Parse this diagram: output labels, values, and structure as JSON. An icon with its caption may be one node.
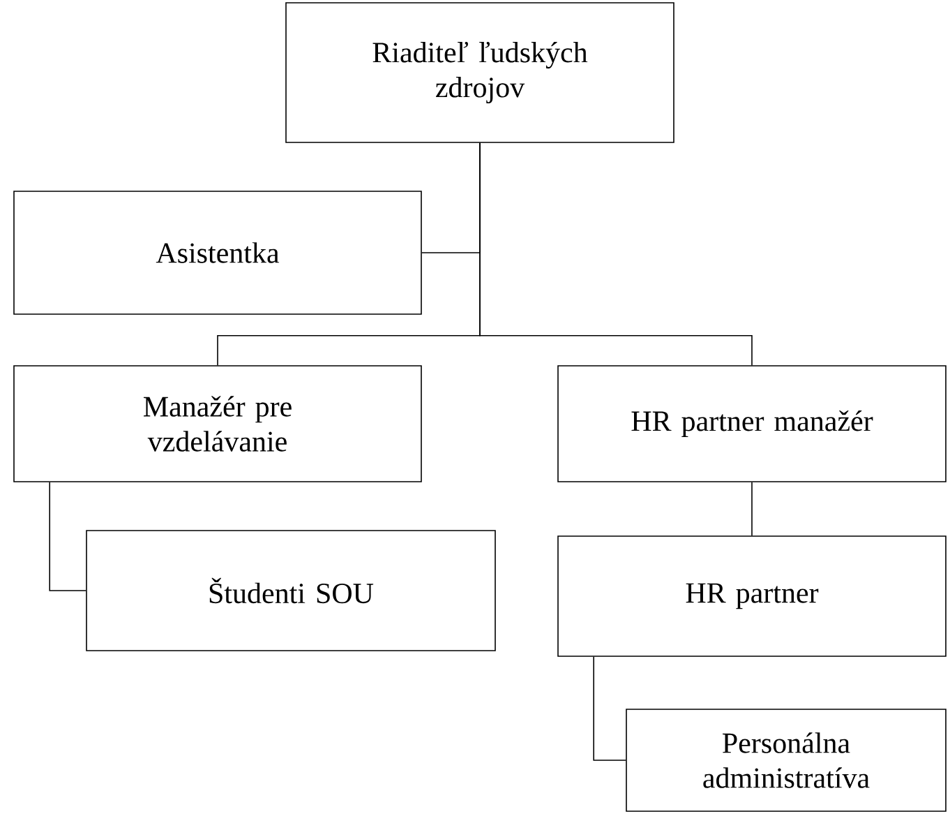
{
  "diagram": {
    "nodes": [
      {
        "text": [
          "Riaditeľ ľudských zdrojov"
        ]
      },
      {
        "text": [
          "Asistentka"
        ]
      },
      {
        "text": [
          "Manažér pre vzdelávanie"
        ]
      },
      {
        "text": [
          "HR partner manažér"
        ]
      },
      {
        "text": [
          "Študenti SOU"
        ]
      },
      {
        "text": [
          "HR partner"
        ]
      },
      {
        "text": [
          "Personálna administratíva"
        ]
      }
    ],
    "edges": [
      {
        "from": 0,
        "to": 1,
        "arrow": "none"
      },
      {
        "from": 0,
        "to": 2,
        "arrow": "none"
      },
      {
        "from": 0,
        "to": 3,
        "arrow": "none"
      },
      {
        "from": 2,
        "to": 4,
        "arrow": "none"
      },
      {
        "from": 3,
        "to": 5,
        "arrow": "none"
      },
      {
        "from": 5,
        "to": 6,
        "arrow": "none"
      }
    ]
  }
}
